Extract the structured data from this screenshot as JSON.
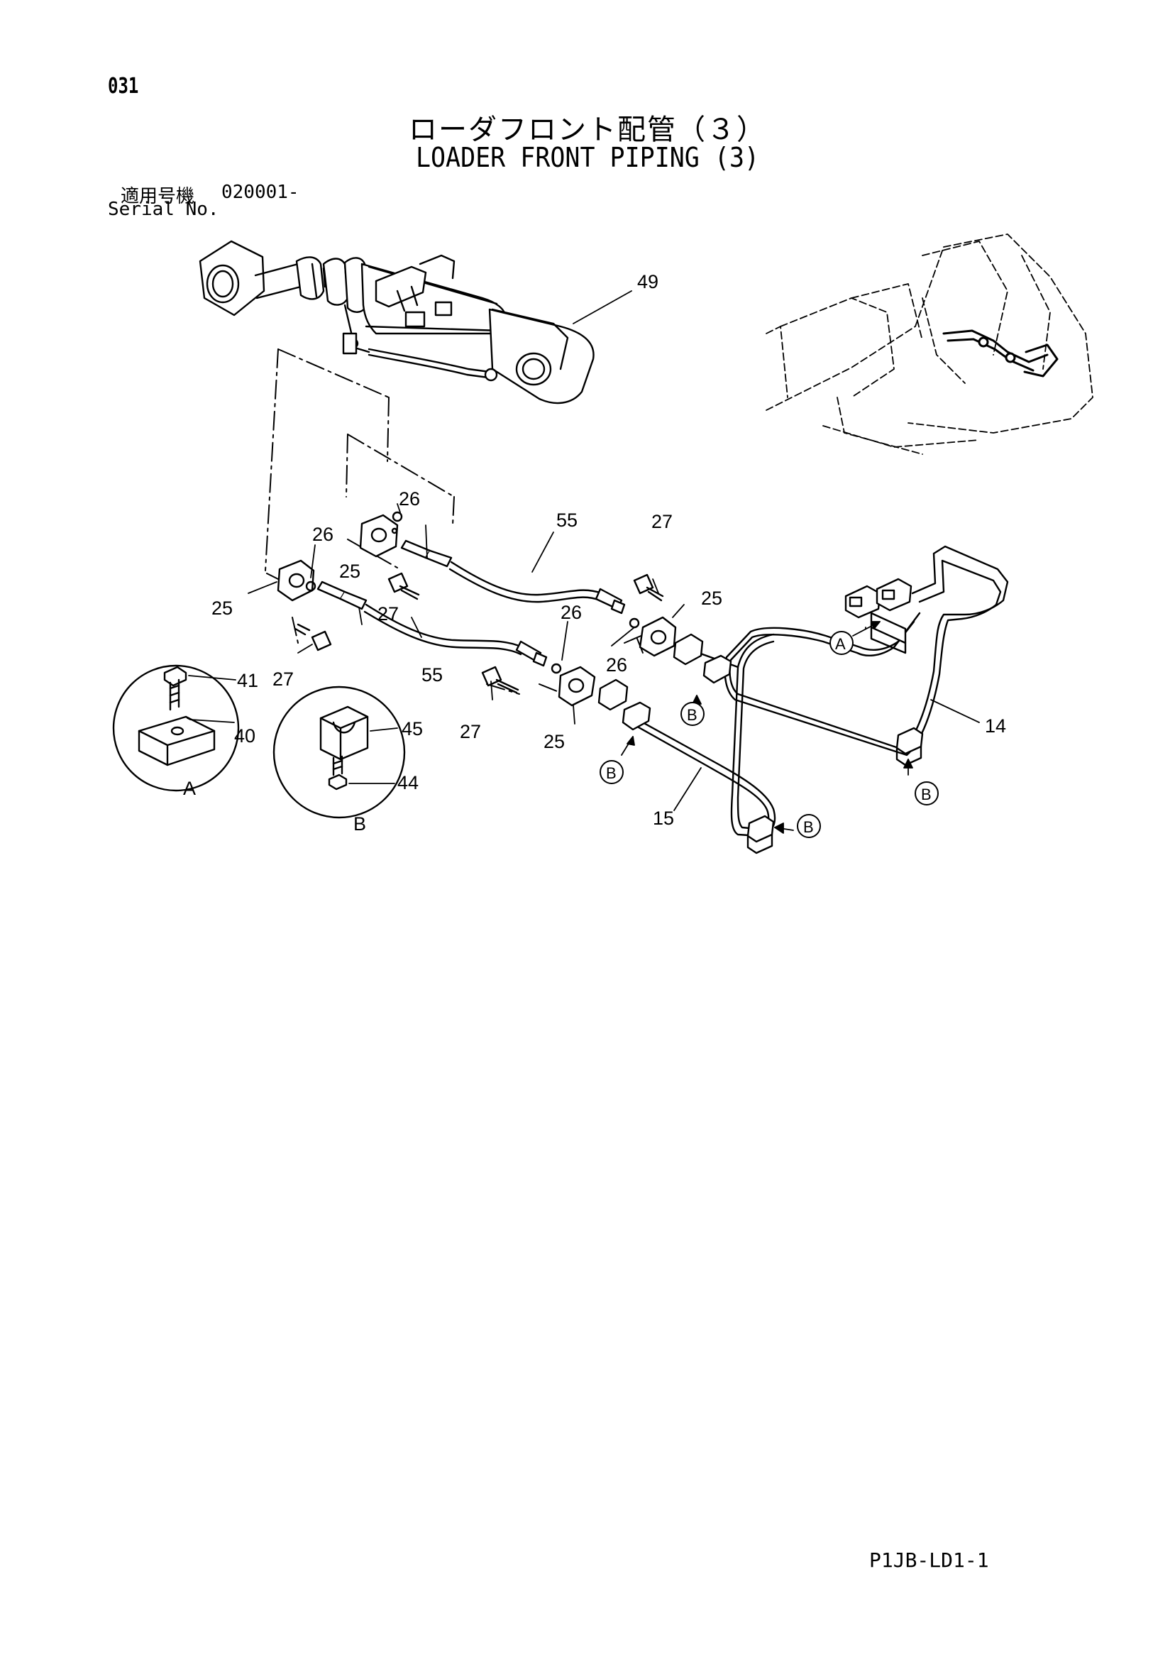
{
  "page": {
    "page_number": "031",
    "title_jp": "ローダフロント配管（３）",
    "title_en": "LOADER FRONT PIPING (3)",
    "serial_label_jp": "適用号機",
    "serial_value": "020001-",
    "serial_label_en": "Serial No.",
    "document_code": "P1JB-LD1-1"
  },
  "callouts": {
    "c49": "49",
    "c55a": "55",
    "c55b": "55",
    "c26a": "26",
    "c26b": "26",
    "c26c": "26",
    "c26d": "26",
    "c25a": "25",
    "c25b": "25",
    "c25c": "25",
    "c25d": "25",
    "c27a": "27",
    "c27b": "27",
    "c27c": "27",
    "c27d": "27",
    "c41": "41",
    "c40": "40",
    "c45": "45",
    "c44": "44",
    "c14": "14",
    "c15": "15"
  },
  "detail_views": {
    "view_a": "A",
    "view_b": "B"
  },
  "clamp_markers": {
    "a1": "A",
    "b1": "B",
    "b2": "B",
    "b3": "B",
    "b4": "B"
  }
}
